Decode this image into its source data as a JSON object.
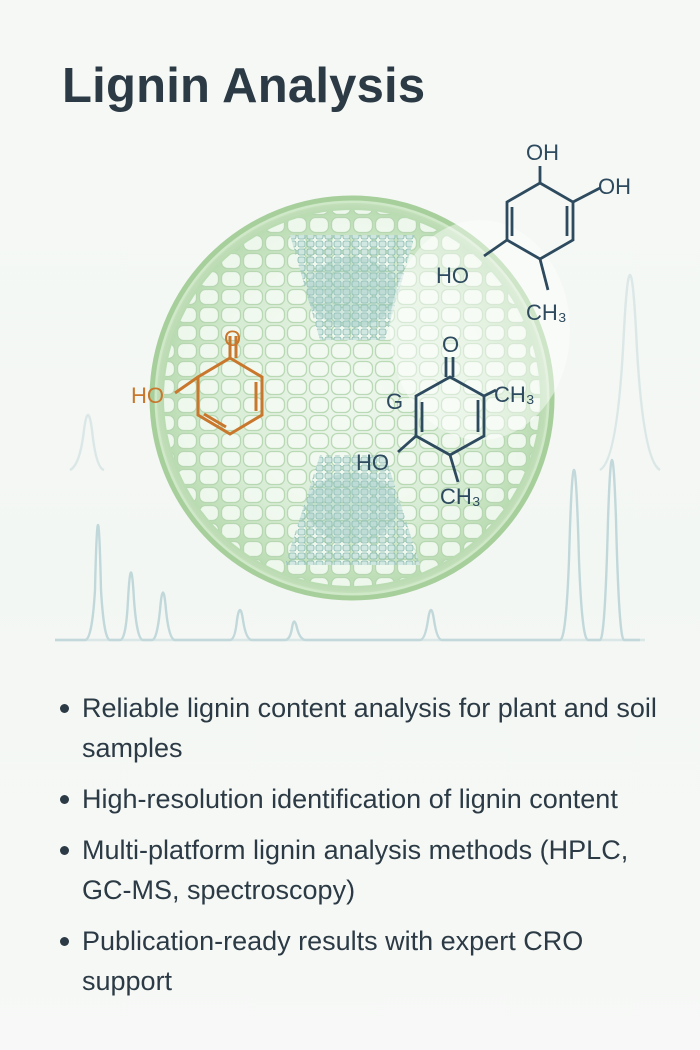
{
  "title": "Lignin Analysis",
  "molecules": {
    "top_right": {
      "oh_top": "OH",
      "oh_right": "OH",
      "ho": "HO",
      "ch3": "CH₃"
    },
    "middle_right": {
      "o": "O",
      "g": "G",
      "ch3_right": "CH₃",
      "ho": "HO",
      "ch3_bottom": "CH₃"
    },
    "left": {
      "ho": "HO",
      "o": "O"
    }
  },
  "features": [
    "Reliable lignin content analysis for plant and soil samples",
    "High-resolution identification of lignin content",
    "Multi-platform lignin analysis methods (HPLC, GC-MS, spectroscopy)",
    "Publication-ready results with expert CRO support"
  ],
  "colors": {
    "text": "#2b3a44",
    "molecule_blue": "#2d4a5e",
    "molecule_orange": "#c9772c",
    "cell_green": "#a9cf9a",
    "chromatogram": "#b9d3d6"
  }
}
